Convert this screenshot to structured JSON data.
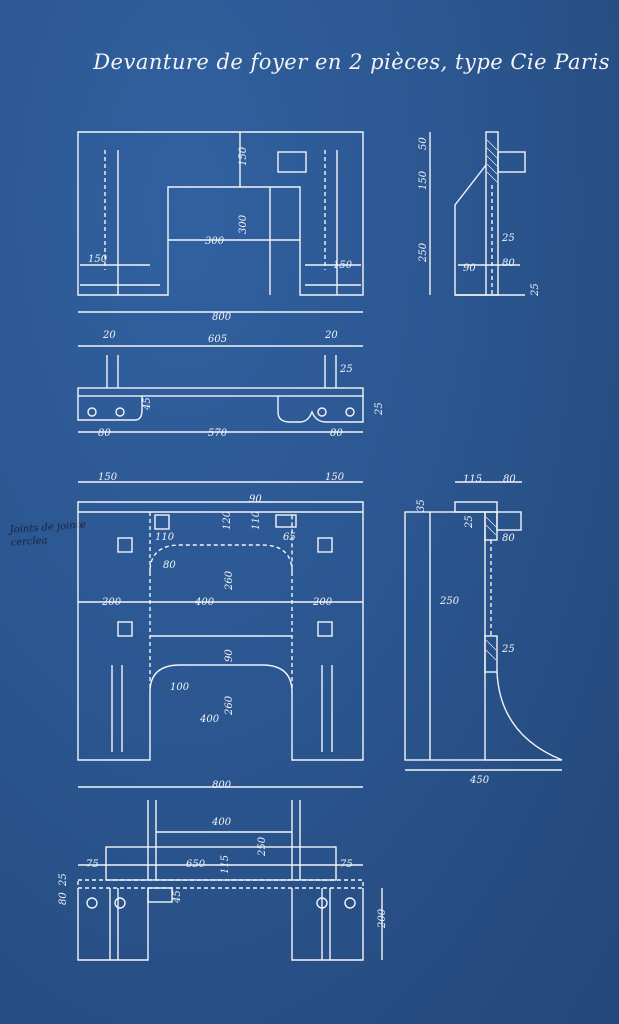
{
  "title": "Devanture de foyer en 2 pièces, type Cie Paris",
  "note": "Joints de jointe cerclea",
  "views": {
    "front_top": {
      "dims": [
        "150",
        "300",
        "300",
        "150",
        "150",
        "800"
      ]
    },
    "side_top": {
      "dims": [
        "50",
        "150",
        "250",
        "25",
        "90",
        "80",
        "25"
      ]
    },
    "plan_top": {
      "dims": [
        "605",
        "20",
        "20",
        "25",
        "45",
        "25",
        "80",
        "570",
        "80"
      ]
    },
    "front_bottom": {
      "dims": [
        "150",
        "150",
        "90",
        "110",
        "120",
        "110",
        "65",
        "80",
        "260",
        "200",
        "400",
        "200",
        "90",
        "100",
        "260",
        "400",
        "800"
      ]
    },
    "side_bottom": {
      "dims": [
        "115",
        "80",
        "35",
        "25",
        "80",
        "250",
        "25",
        "450"
      ]
    },
    "plan_bottom": {
      "dims": [
        "400",
        "250",
        "75",
        "650",
        "115",
        "75",
        "80",
        "25",
        "45",
        "200"
      ]
    }
  },
  "colors": {
    "paper": "#2b5690",
    "ink": "#f2f4f8"
  }
}
